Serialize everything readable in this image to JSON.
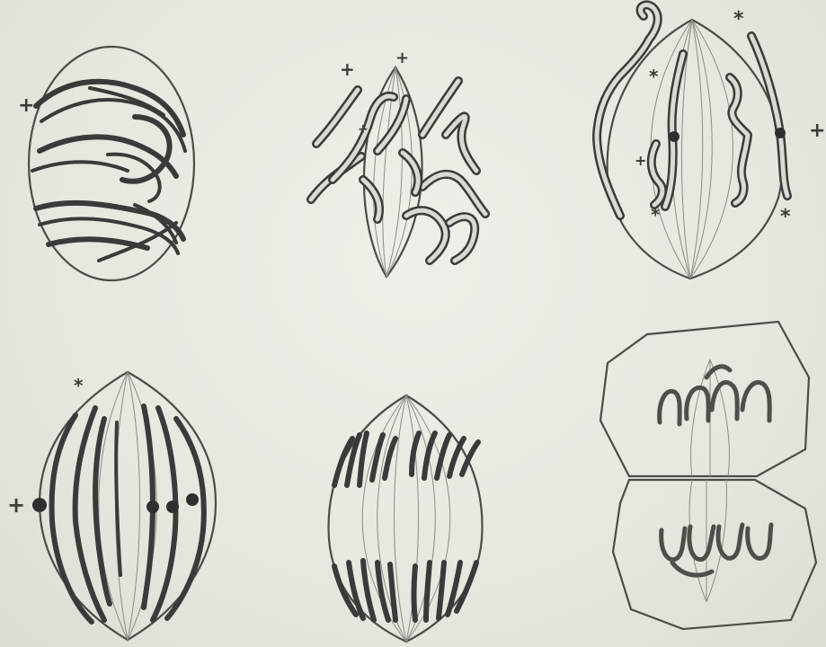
{
  "figure": {
    "background": "#e9eae2",
    "cell_color": "#b3b4ae",
    "chromosome_color": "#3a3b38",
    "panels": [
      {
        "id": "panel-1",
        "markers": [
          "+"
        ]
      },
      {
        "id": "panel-2",
        "markers": [
          "+",
          "+",
          "+"
        ]
      },
      {
        "id": "panel-3",
        "markers": [
          "*",
          "*",
          "+",
          "+",
          "*",
          "*"
        ]
      },
      {
        "id": "panel-4",
        "markers": [
          "*",
          "+"
        ]
      },
      {
        "id": "panel-5",
        "markers": []
      },
      {
        "id": "panel-6",
        "markers": []
      }
    ]
  }
}
